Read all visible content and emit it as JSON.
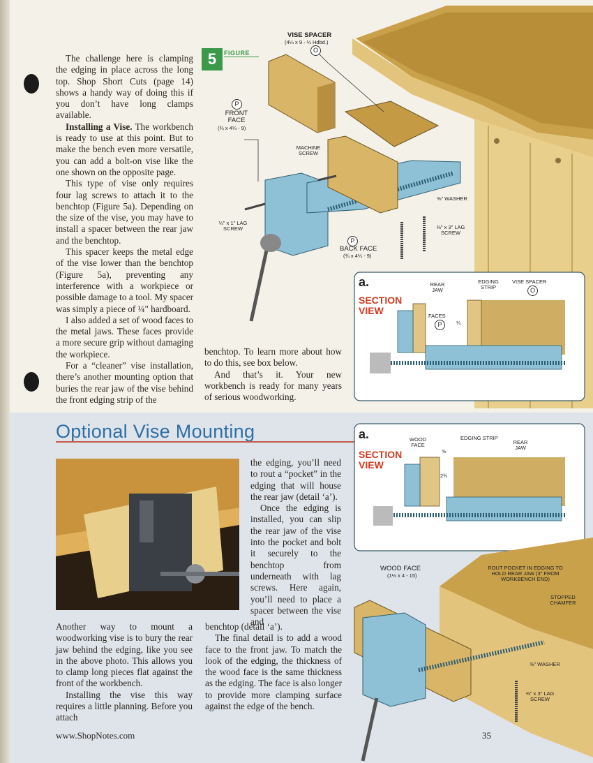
{
  "column_left": {
    "p1": "The challenge here is clamping the edging in place across the long top. Shop Short Cuts (page 14) shows a handy way of doing this if you don’t have long clamps available.",
    "p2_lead": "Installing a Vise.",
    "p2_rest": " The workbench is ready to use at this point. But to make the bench even more versatile, you can add a bolt-on vise like the one shown on the opposite page.",
    "p3": "This type of vise only requires four lag screws to attach it to the benchtop (Figure 5a). Depending on the size of the vise, you may have to install a spacer between the rear jaw and the benchtop.",
    "p4": "This spacer keeps the metal edge of the vise lower than the benchtop (Figure 5a), preventing any interference with a workpiece or possible damage to a tool. My spacer was simply a piece of ¼\" hardboard.",
    "p5": "I also added a set of wood faces to the metal jaws. These faces provide a more secure grip without damaging the workpiece.",
    "p6": "For a “cleaner” vise installation, there’s another mounting option that buries the rear jaw of the vise behind the front edging strip of the"
  },
  "column_mid": {
    "p1": "benchtop. To learn more about how to do this, see box below.",
    "p2": "And that’s it. Your new workbench is ready for many years of serious woodworking."
  },
  "figure5": {
    "number": "5",
    "word": "FIGURE",
    "vise_spacer_title": "VISE SPACER",
    "vise_spacer_dims": "(4¼ x 9 - ¼ Hdbd.)",
    "vise_spacer_key": "O",
    "front_face_key": "P",
    "front_face_title": "FRONT FACE",
    "front_face_dims": "(¾ x 4¼ - 9)",
    "machine_screw": "MACHINE SCREW",
    "lag_screw_small": "¼\" x 1\" LAG SCREW",
    "washer": "⅜\" WASHER",
    "lag_screw": "⅜\" x 3\" LAG SCREW",
    "back_face_key": "P",
    "back_face_title": "BACK FACE",
    "back_face_dims": "(¾ x 4¼ - 9)"
  },
  "detail_top": {
    "letter": "a.",
    "section": "SECTION",
    "view": "VIEW",
    "rear_jaw": "REAR JAW",
    "edging_strip": "EDGING STRIP",
    "vise_spacer": "VISE SPACER",
    "vise_spacer_key": "O",
    "faces": "FACES",
    "faces_key": "P",
    "dim": "¼"
  },
  "box": {
    "heading": "Optional Vise Mounting",
    "left_p1": "Another way to mount a woodworking vise is to bury the rear jaw behind the edging, like you see in the above photo. This allows you to clamp long pieces flat against the front of the workbench.",
    "left_p2": "Installing the vise this way requires a little planning. Before you attach",
    "mid_p1": "the edging, you’ll need to rout a “pocket” in the edging that will house the rear jaw (detail ‘a’).",
    "mid_p2": "Once the edging is installed, you can slip the rear jaw of the vise into the pocket and bolt it securely to the benchtop from underneath with lag screws. Here again, you’ll need to place a spacer between the vise and",
    "mid_p3": "benchtop (detail ‘a’).",
    "mid_p4": "The final detail is to add a wood face to the front jaw. To match the look of the edging, the thickness of the wood face is the same thickness as the edging. The face is also longer to provide more clamping surface against the edge of the bench."
  },
  "detail_bottom": {
    "letter": "a.",
    "section": "SECTION",
    "view": "VIEW",
    "wood_face": "WOOD FACE",
    "edging_strip": "EDGING STRIP",
    "rear_jaw": "REAR JAW",
    "dim_h": "⅝",
    "dim_v": "2¾"
  },
  "figure_bottom": {
    "wood_face": "WOOD FACE",
    "wood_face_dims": "(1½ x 4 - 15)",
    "rout_note": "ROUT POCKET IN EDGING TO HOLD REAR JAW (3\" FROM WORKBENCH END)",
    "stopped_chamfer": "STOPPED CHAMFER",
    "washer": "⅜\" WASHER",
    "lag_screw": "⅜\" x 3\" LAG SCREW"
  },
  "footer": {
    "url": "www.ShopNotes.com",
    "page": "35"
  },
  "colors": {
    "heading_blue": "#2d6fa6",
    "section_red": "#d23a1e",
    "figure_green": "#3a9a4a",
    "vise_blue": "#8fc1d6",
    "wood": "#d9b567",
    "band": "#dfe4ea"
  }
}
